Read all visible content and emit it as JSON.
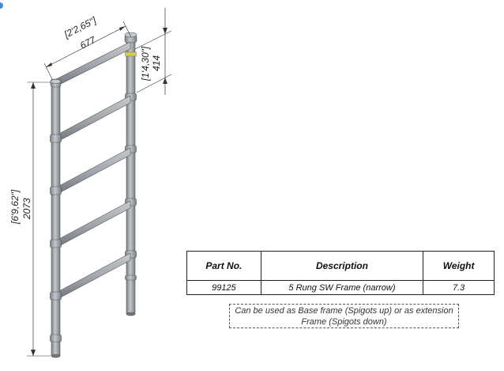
{
  "dimensions": {
    "width_imperial": "[2'2,65\"]",
    "width_metric": "677",
    "spigot_imperial": "[1'4,30\"]",
    "spigot_metric": "414",
    "height_imperial": "[6'9,62\"]",
    "height_metric": "2073"
  },
  "table": {
    "headers": [
      "Part No.",
      "Description",
      "Weight"
    ],
    "rows": [
      {
        "part_no": "99125",
        "description": "5 Rung SW Frame (narrow)",
        "weight": "7.3"
      }
    ]
  },
  "note": {
    "line1": "Can be used as Base frame (Spigots up) or as extension",
    "line2": "Frame (Spigots down)"
  },
  "colors": {
    "tube": "#a9adb3",
    "tube_dark": "#6f747a",
    "ring_highlight": "#d4d23a",
    "corner_mark": "#3f8bd6"
  }
}
